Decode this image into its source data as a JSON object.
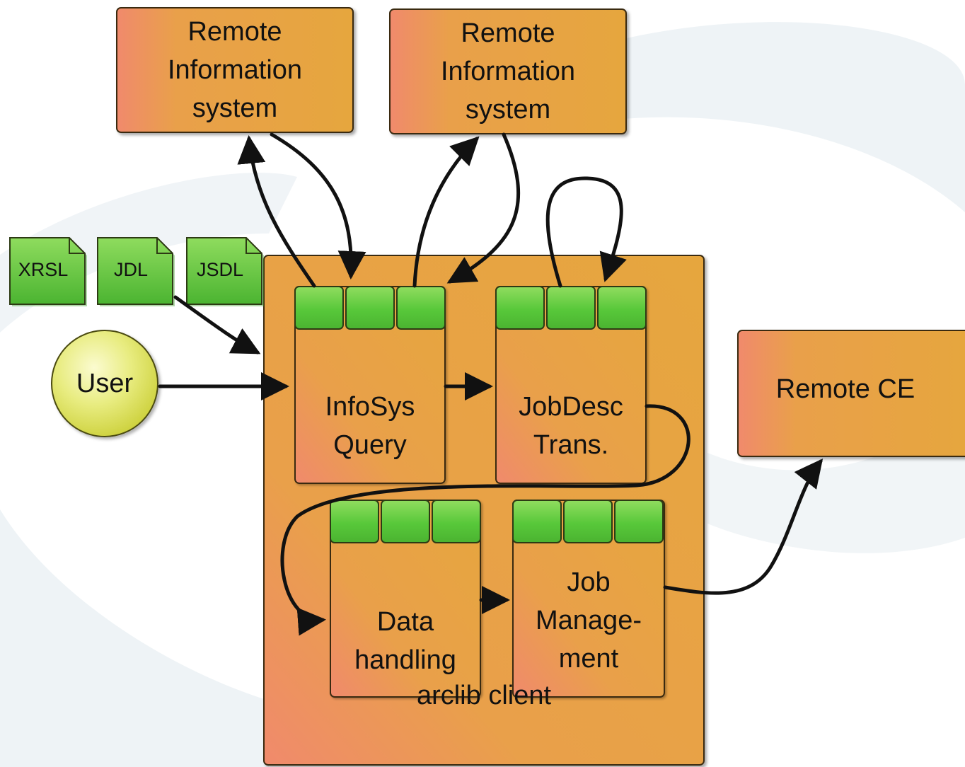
{
  "colors": {
    "box_orange": "#e6a63e",
    "box_salmon": "#f08a6c",
    "port_green": "#58c83a",
    "doc_green": "#58c83a",
    "user_yellow": "#e8ec80",
    "background_swoosh": "#e8f0f4",
    "arrow": "#111111"
  },
  "remote_info_left": {
    "lines": [
      "Remote",
      "Information",
      "system"
    ]
  },
  "remote_info_right": {
    "lines": [
      "Remote",
      "Information",
      "system"
    ]
  },
  "remote_ce": {
    "label": "Remote CE"
  },
  "documents": [
    {
      "label": "XRSL"
    },
    {
      "label": "JDL"
    },
    {
      "label": "JSDL"
    }
  ],
  "user": {
    "label": "User"
  },
  "arclib_client": {
    "label": "arclib client"
  },
  "modules": {
    "infosys_query": {
      "lines": [
        "InfoSys",
        "Query"
      ]
    },
    "jobdesc_trans": {
      "lines": [
        "JobDesc",
        "Trans."
      ]
    },
    "data_handling": {
      "lines": [
        "Data",
        "handling"
      ]
    },
    "job_management": {
      "lines": [
        "Job",
        "Manage-",
        "ment"
      ]
    }
  }
}
